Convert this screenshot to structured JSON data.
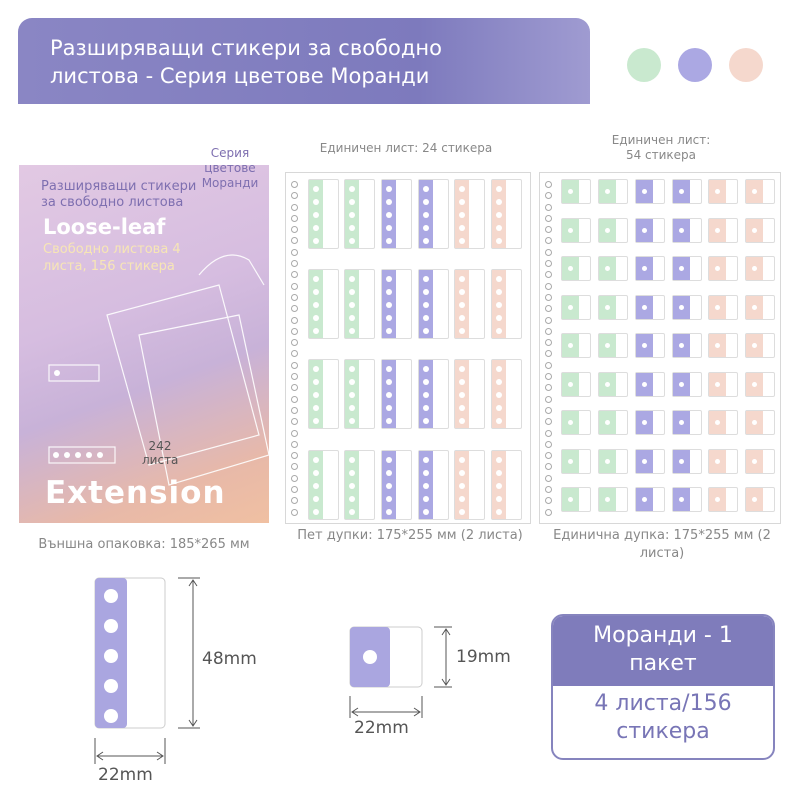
{
  "title": "Разширяващи стикери за свободно листова - Серия цветове Моранди",
  "colors": {
    "green": "#c9e9cf",
    "purple": "#aba8e3",
    "peach": "#f5d8cd"
  },
  "package": {
    "series_label": "Серия цветове Моранди",
    "subtitle": "Разширяващи стикери за свободно листова",
    "heading": "Loose-leaf",
    "subheading": "Свободно листова 4 листа, 156 стикера",
    "count": "242 листа",
    "footer_word": "Extension",
    "caption": "Външна опаковка: 185*265 мм"
  },
  "sheet1": {
    "label": "Единичен лист: 24 стикера",
    "caption": "Пет дупки: 175*255 мм (2 листа)"
  },
  "sheet2": {
    "label": "Единичен лист: 54 стикера",
    "caption": "Единична дупка: 175*255 мм (2 листа)"
  },
  "dims": {
    "five_h": "48mm",
    "five_w": "22mm",
    "single_h": "19mm",
    "single_w": "22mm"
  },
  "summary": {
    "title": "Моранди - 1 пакет",
    "detail": "4 листа/156 стикера"
  }
}
